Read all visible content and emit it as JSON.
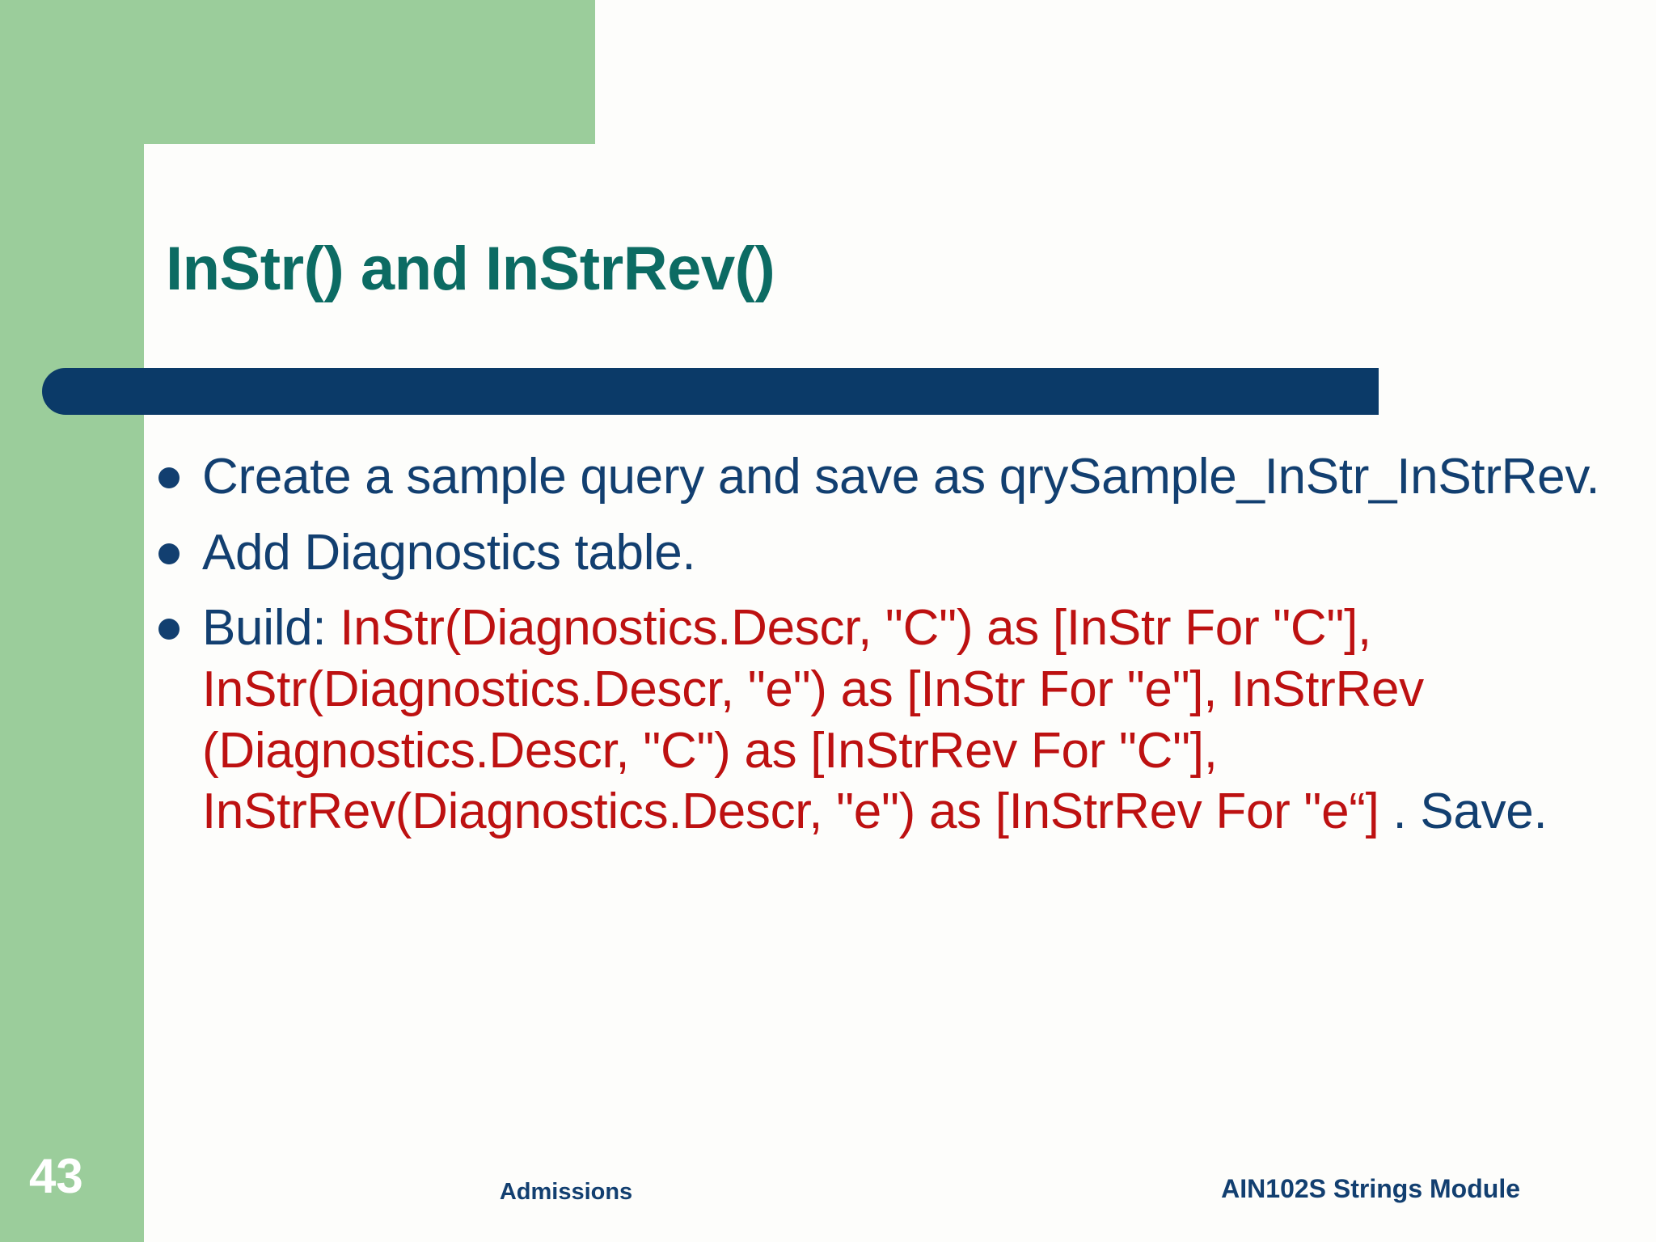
{
  "slide": {
    "title": "InStr() and InStrRev()",
    "page_number": "43",
    "footer_center": "Admissions",
    "footer_right": "AIN102S Strings  Module",
    "colors": {
      "green_accent": "#9bcd9b",
      "title_teal": "#0c6b63",
      "navy_bar": "#0b3a68",
      "body_navy": "#123f70",
      "code_red": "#bd1111",
      "background": "#fdfdfb"
    }
  },
  "bullets": [
    {
      "text": "Create a sample query and save as qrySample_InStr_InStrRev."
    },
    {
      "text": "Add Diagnostics table."
    },
    {
      "prefix": "Build: ",
      "code": "InStr(Diagnostics.Descr, \"C\") as [InStr For \"C\"],  InStr(Diagnostics.Descr, \"e\") as [InStr For \"e\"], InStrRev (Diagnostics.Descr, \"C\") as [InStrRev For \"C\"],  InStrRev(Diagnostics.Descr, \"e\") as [InStrRev For \"e“] ",
      "suffix": ". Save."
    }
  ]
}
